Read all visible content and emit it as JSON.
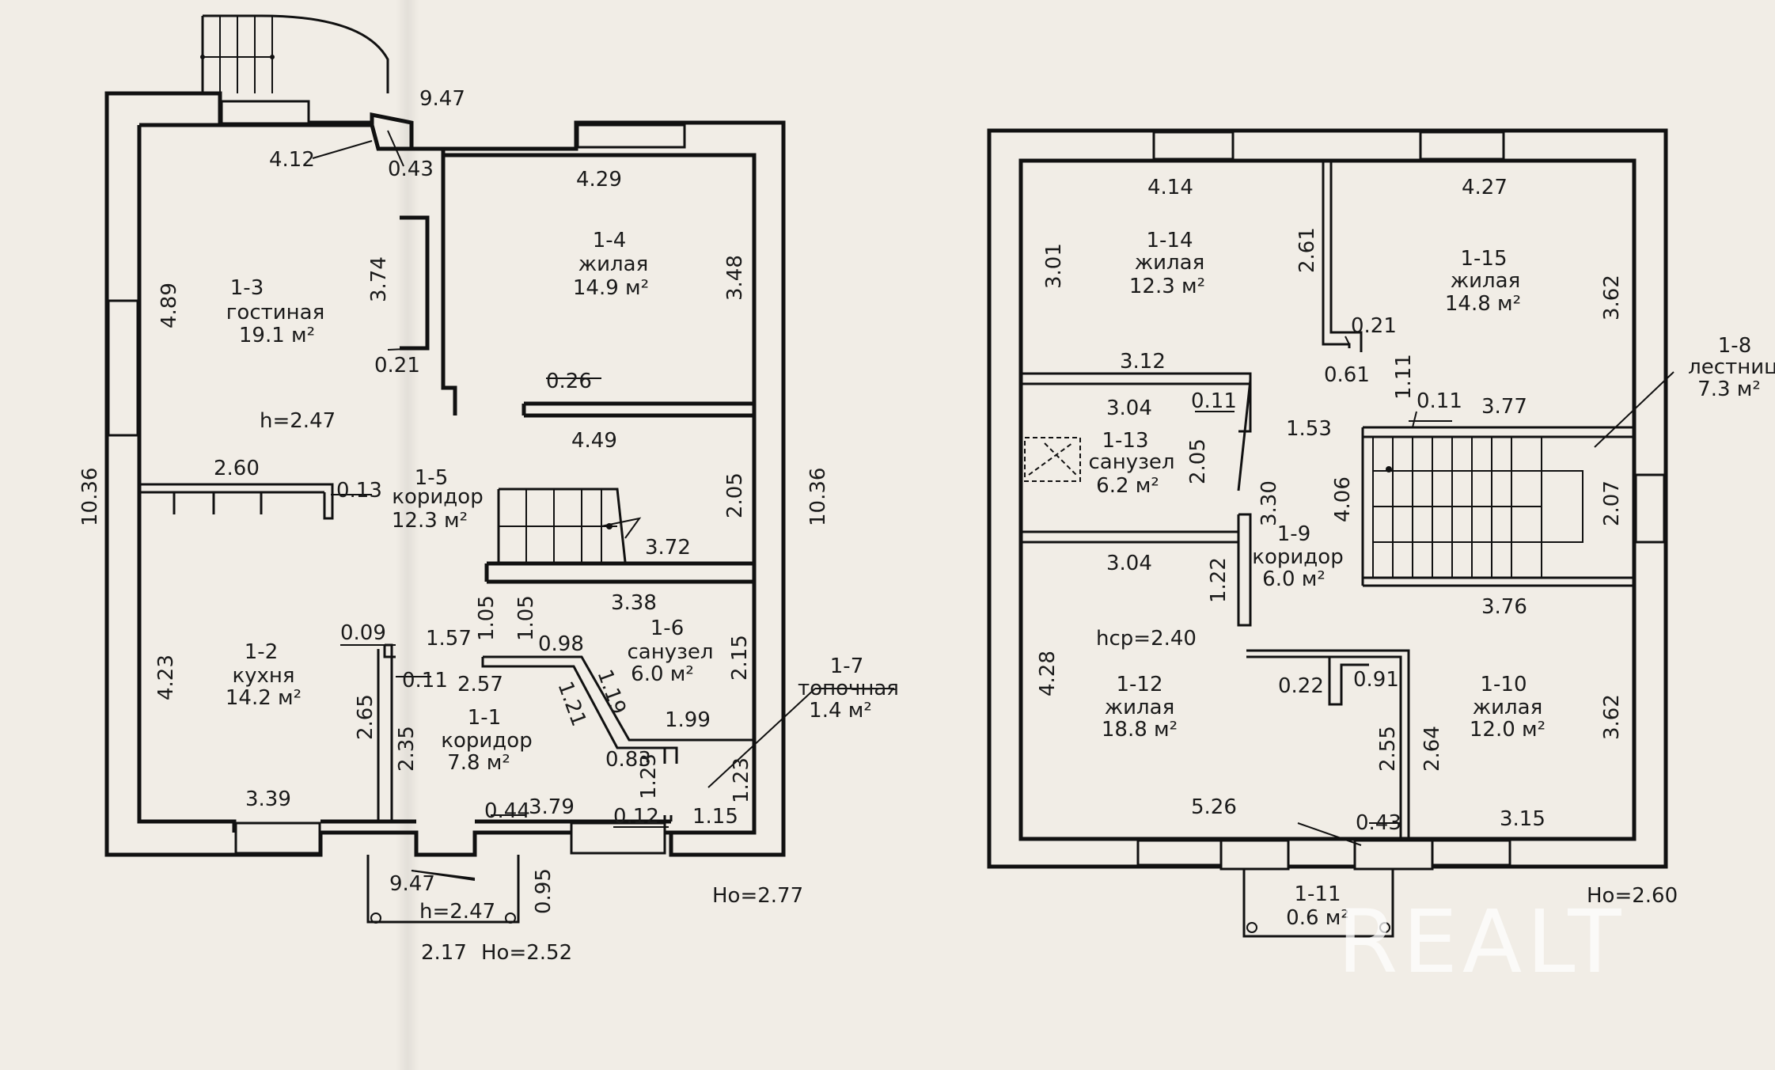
{
  "floor1": {
    "rooms": [
      {
        "num": "1-3",
        "type": "гостиная",
        "area": "19.1 м²"
      },
      {
        "num": "1-4",
        "type": "жилая",
        "area": "14.9 м²"
      },
      {
        "num": "1-5",
        "type": "коридор",
        "area": "12.3 м²"
      },
      {
        "num": "1-2",
        "type": "кухня",
        "area": "14.2 м²"
      },
      {
        "num": "1-6",
        "type": "санузел",
        "area": "6.0 м²"
      },
      {
        "num": "1-7",
        "type": "топочная",
        "area": "1.4 м²"
      },
      {
        "num": "1-1",
        "type": "коридор",
        "area": "7.8 м²"
      }
    ],
    "dims": [
      "9.47",
      "4.12",
      "0.43",
      "4.29",
      "3.74",
      "3.48",
      "4.89",
      "0.21",
      "0.26",
      "h=2.47",
      "4.49",
      "2.60",
      "0.13",
      "2.05",
      "10.36",
      "10.36",
      "3.72",
      "3.38",
      "1.05",
      "1.05",
      "0.09",
      "1.57",
      "0.98",
      "2.15",
      "4.23",
      "0.11",
      "2.57",
      "1.19",
      "1.21",
      "2.65",
      "2.35",
      "1.99",
      "0.83",
      "1.23",
      "1.23",
      "3.39",
      "0.44",
      "3.79",
      "0.12",
      "1.15",
      "9.47",
      "h=2.47",
      "0.95",
      "2.17",
      "Hо=2.52",
      "Hо=2.77"
    ]
  },
  "floor2": {
    "rooms": [
      {
        "num": "1-14",
        "type": "жилая",
        "area": "12.3 м²"
      },
      {
        "num": "1-15",
        "type": "жилая",
        "area": "14.8 м²"
      },
      {
        "num": "1-8",
        "type": "лестниц",
        "area": "7.3 м²"
      },
      {
        "num": "1-13",
        "type": "санузел",
        "area": "6.2 м²"
      },
      {
        "num": "1-9",
        "type": "коридор",
        "area": "6.0 м²"
      },
      {
        "num": "1-12",
        "type": "жилая",
        "area": "18.8 м²"
      },
      {
        "num": "1-10",
        "type": "жилая",
        "area": "12.0 м²"
      },
      {
        "num": "1-11",
        "type": "",
        "area": "0.6 м²"
      }
    ],
    "dims": [
      "4.14",
      "4.27",
      "3.01",
      "2.61",
      "3.62",
      "0.21",
      "3.12",
      "0.61",
      "1.11",
      "3.04",
      "0.11",
      "1.53",
      "0.11",
      "3.77",
      "2.05",
      "4.06",
      "3.30",
      "2.07",
      "3.04",
      "1.22",
      "3.76",
      "hср=2.40",
      "4.28",
      "0.22",
      "0.91",
      "3.62",
      "2.55",
      "2.64",
      "5.26",
      "0.43",
      "3.15",
      "Hо=2.60"
    ]
  },
  "watermark": "REALT"
}
